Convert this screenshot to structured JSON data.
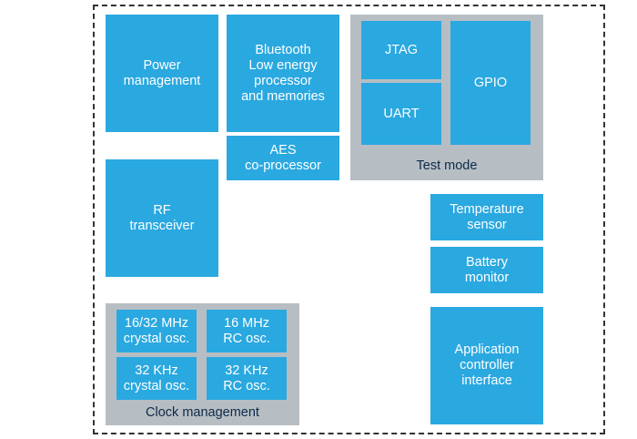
{
  "blocks": {
    "power": "Power\nmanagement",
    "ble": "Bluetooth\nLow energy\nprocessor\nand memories",
    "aes": "AES\nco-processor",
    "rf": "RF\ntransceiver",
    "temp": "Temperature\nsensor",
    "battery": "Battery\nmonitor",
    "app": "Application\ncontroller\ninterface"
  },
  "test_mode": {
    "label": "Test mode",
    "jtag": "JTAG",
    "uart": "UART",
    "gpio": "GPIO"
  },
  "clock": {
    "label": "Clock management",
    "xtal_16_32": "16/32 MHz\ncrystal osc.",
    "rc_16": "16 MHz\nRC osc.",
    "xtal_32k": "32 KHz\ncrystal osc.",
    "rc_32k": "32 KHz\nRC osc."
  },
  "colors": {
    "block": "#2aa8e0",
    "group": "#b7bec3",
    "label": "#0d2a4a"
  }
}
